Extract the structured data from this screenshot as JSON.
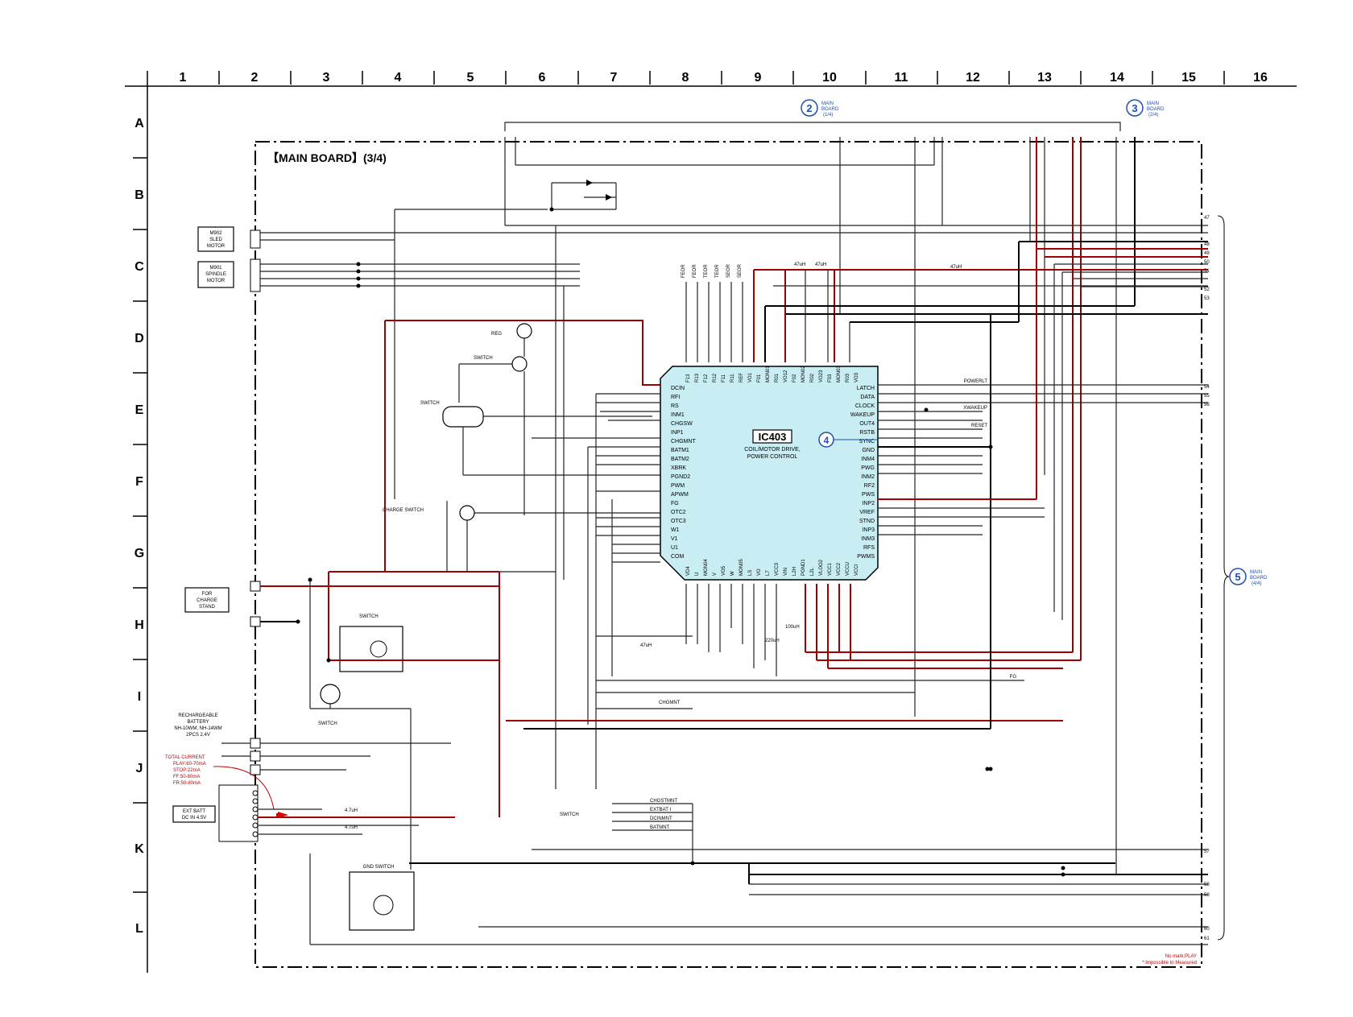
{
  "grid": {
    "columns": [
      "1",
      "2",
      "3",
      "4",
      "5",
      "6",
      "7",
      "8",
      "9",
      "10",
      "11",
      "12",
      "13",
      "14",
      "15",
      "16"
    ],
    "rows": [
      "A",
      "B",
      "C",
      "D",
      "E",
      "F",
      "G",
      "H",
      "I",
      "J",
      "K",
      "L"
    ]
  },
  "board_title": "【MAIN BOARD】(3/4)",
  "ic": {
    "name": "IC403",
    "desc1": "COIL/MOTOR DRIVE,",
    "desc2": "POWER CONTROL",
    "left_pins": [
      "DCIN",
      "RFI",
      "RS",
      "INM1",
      "CHGSW",
      "INP1",
      "CHGMNT",
      "BATM1",
      "BATM2",
      "XBRK",
      "PGND2",
      "PWM",
      "APWM",
      "FG",
      "OTC2",
      "OTC3",
      "W1",
      "V1",
      "U1",
      "COM"
    ],
    "right_pins": [
      "LATCH",
      "DATA",
      "CLOCK",
      "WAKEUP",
      "OUT4",
      "RSTB",
      "SYNC",
      "GND",
      "INM4",
      "PWG",
      "INM2",
      "RF2",
      "PWS",
      "INP2",
      "VREF",
      "STND",
      "INP3",
      "INM3",
      "RFS",
      "PWMS"
    ],
    "top_pins": [
      "F13",
      "R13",
      "F12",
      "R12",
      "F11",
      "R11",
      "REF",
      "VO1",
      "F01",
      "MON01",
      "R01",
      "VO12",
      "F02",
      "MON02",
      "R02",
      "VO23",
      "F03",
      "MON03",
      "R03",
      "VO3"
    ],
    "bottom_pins": [
      "VD4",
      "U",
      "MON04",
      "V",
      "VO5",
      "W",
      "MON05",
      "LS",
      "VO",
      "L7",
      "VCC3",
      "VIN",
      "L2H",
      "PGND1",
      "L2L",
      "VLOO2",
      "VCC1",
      "VCC2",
      "VCCU",
      "VCCI"
    ]
  },
  "boards": {
    "ref2": {
      "num": "2",
      "l1": "MAIN",
      "l2": "BOARD",
      "l3": "(1/4)"
    },
    "ref3": {
      "num": "3",
      "l1": "MAIN",
      "l2": "BOARD",
      "l3": "(2/4)"
    },
    "ref4": {
      "num": "4"
    },
    "ref5": {
      "num": "5",
      "l1": "MAIN",
      "l2": "BOARD",
      "l3": "(4/4)"
    }
  },
  "boxes": {
    "m902": [
      "M902",
      "SLED",
      "MOTOR"
    ],
    "m901": [
      "M901",
      "SPINDLE",
      "MOTOR"
    ],
    "charge_stand": [
      "FOR",
      "CHARGE",
      "STAND"
    ],
    "ext_batt": [
      "EXT BATT",
      "DC IN 4.5V"
    ]
  },
  "labels": {
    "reg": "REG",
    "switch": "SWITCH",
    "charge_switch": "CHARGE SWITCH",
    "gnd_switch": "GND SWITCH",
    "battery": [
      "RECHARGEABLE",
      "BATTERY",
      "NH-10WM, NH-14WM",
      "2PCS 2.4V"
    ],
    "total_current": [
      "TOTAL CURRENT",
      "PLAY:60-70mA",
      "STOP:22mA",
      "FF:50-80mA",
      "FR:50-80mA"
    ],
    "powerlt": "POWERLT",
    "xwakeup": "XWAKEUP",
    "reset": "RESET",
    "fg": "FG",
    "chgmnt": "CHGMNT",
    "chgstmnt": "CHGSTMNT",
    "extbatt_i": "EXTBAT I",
    "dcinmnt": "DCINMNT",
    "batmnt": "BATMNT",
    "inductor_47uh": "47uH",
    "inductor_220uh": "220uH",
    "inductor_100uh": "100uH",
    "inductor_4_7uh": "4.7uH",
    "nomark": "No mark:PLAY",
    "impossible": "*:Impossible to Measured"
  },
  "connectors_right": [
    "47",
    "48",
    "49",
    "50",
    "51",
    "52",
    "53",
    "54",
    "55",
    "56",
    "57",
    "58",
    "59",
    "60",
    "61"
  ],
  "top_signals": [
    "FEOR",
    "FEOR",
    "TEOR",
    "TEOR",
    "SEOR",
    "SEOR"
  ],
  "colors": {
    "ic_fill": "#c8eef4",
    "red_wire": "#a00000",
    "blue_ref": "#1f4fb0"
  }
}
